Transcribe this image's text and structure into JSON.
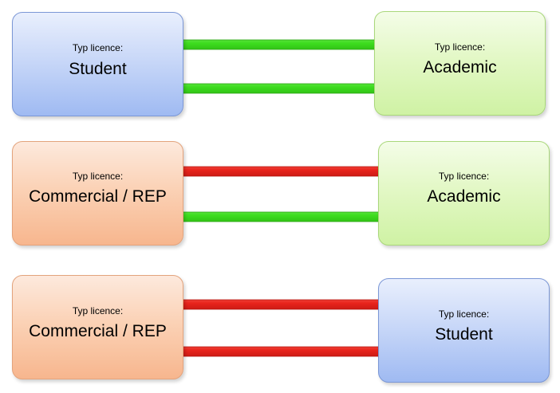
{
  "colors": {
    "green_arrow": "#3ddc1e",
    "red_arrow": "#e8241c",
    "blue_box": "#c9d8f8",
    "green_box": "#e3f8c6",
    "orange_box": "#fbd2b6"
  },
  "rows": [
    {
      "left": {
        "caption": "Typ licence:",
        "value": "Student",
        "color": "blue"
      },
      "right": {
        "caption": "Typ licence:",
        "value": "Academic",
        "color": "green"
      },
      "arrow_to_left": "green",
      "arrow_to_right": "green"
    },
    {
      "left": {
        "caption": "Typ licence:",
        "value": "Commercial / REP",
        "color": "orange"
      },
      "right": {
        "caption": "Typ licence:",
        "value": "Academic",
        "color": "green"
      },
      "arrow_to_left": "red",
      "arrow_to_right": "green"
    },
    {
      "left": {
        "caption": "Typ licence:",
        "value": "Commercial / REP",
        "color": "orange"
      },
      "right": {
        "caption": "Typ licence:",
        "value": "Student",
        "color": "blue"
      },
      "arrow_to_left": "red",
      "arrow_to_right": "red"
    }
  ]
}
